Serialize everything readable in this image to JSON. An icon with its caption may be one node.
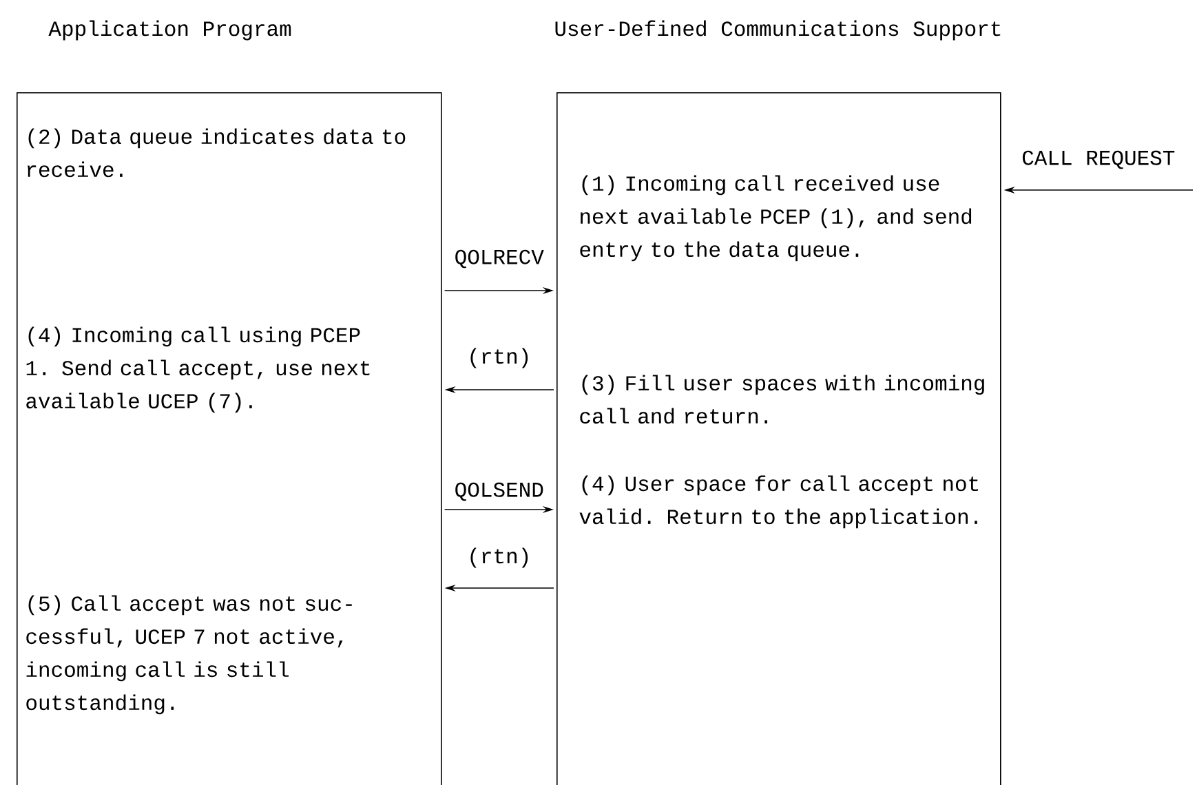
{
  "diagram": {
    "nodes": [
      {
        "text": [
          "Application Program",
          "(2) Data queue indicates data to receive.",
          "(4) Incoming call using PCEP 1. Send call accept, use next available UCEP (7).",
          "(5) Call accept was not suc-cessful, UCEP 7 not active, incoming call is still outstanding."
        ]
      },
      {
        "text": [
          "User-Defined Communications Support",
          "(1) Incoming call received use next available PCEP (1), and send entry to the data queue.",
          "(3) Fill user spaces with incoming call and return.",
          "(4) User space for call accept not valid. Return to the application."
        ]
      }
    ],
    "edges": [
      {
        "from": 0,
        "to": 1,
        "arrow": "to",
        "label": "QOLRECV"
      },
      {
        "from": 1,
        "to": 0,
        "arrow": "to",
        "label": "(rtn)"
      },
      {
        "from": 0,
        "to": 1,
        "arrow": "to",
        "label": "QOLSEND"
      },
      {
        "from": 1,
        "to": 0,
        "arrow": "to",
        "label": "(rtn)"
      },
      {
        "from": null,
        "to": 1,
        "arrow": "to",
        "label": "CALL REQUEST"
      }
    ]
  }
}
